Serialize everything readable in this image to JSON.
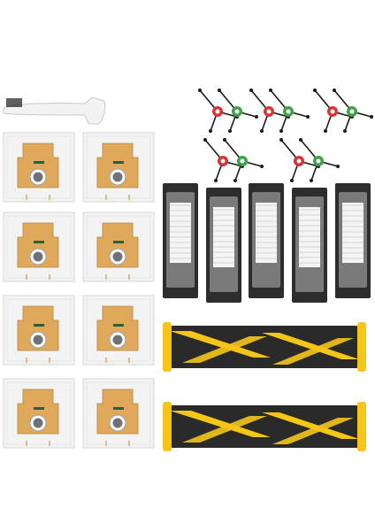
{
  "image": {
    "subject": "robot-vacuum-replacement-accessory-kit",
    "background_color": "#ffffff"
  },
  "items": {
    "cleaning_tool": {
      "count": 1,
      "color": "#f2f2f2",
      "bristle_color": "#1c1c1c"
    },
    "dust_bags": {
      "count": 8,
      "bag_color": "#f3f3f3",
      "cardboard_color": "#e0a85a",
      "opening_color": "#6f7378"
    },
    "side_brushes": {
      "count": 10,
      "arm_color": "#1a1a1a",
      "hub_colors": [
        "#d63535",
        "#3fa046"
      ]
    },
    "filters": {
      "count": 5,
      "frame_color": "#7a7a7a",
      "pleat_color": "#f4f4f4",
      "foam_color": "#2d2d2d"
    },
    "main_brushes": {
      "count": 2,
      "body_color": "#2a2a2a",
      "blade_color": "#f5c518"
    }
  }
}
